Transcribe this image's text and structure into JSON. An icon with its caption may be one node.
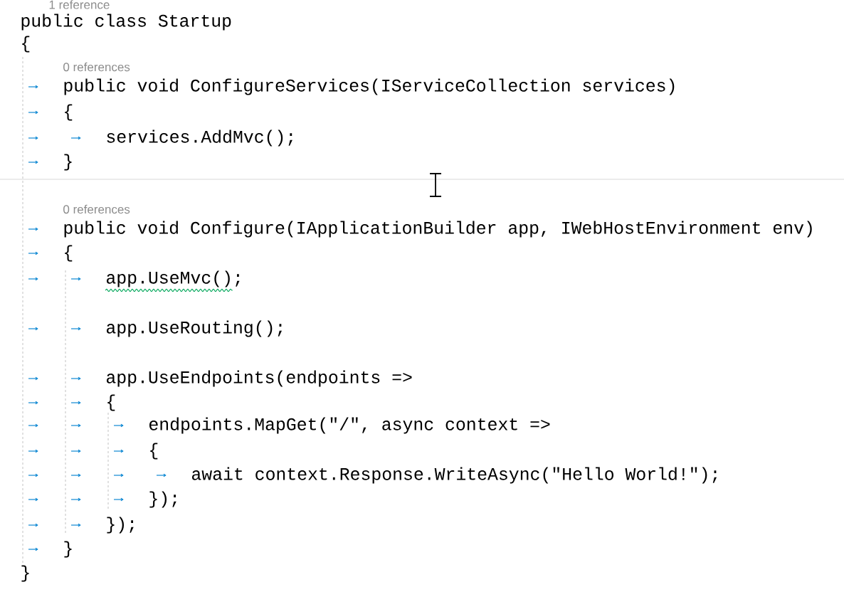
{
  "diagram": {
    "labels": [
      "1 reference",
      "public class Startup",
      "{",
      "0 references",
      "public void ConfigureServices(IServiceCollection services)",
      "{",
      "services.AddMvc();",
      "}",
      "0 references",
      "public void Configure(IApplicationBuilder app, IWebHostEnvironment env)",
      "{",
      "app.UseMvc();",
      "app.UseRouting();",
      "app.UseEndpoints(endpoints =>",
      "{",
      "endpoints.MapGet(\"/\", async context =>",
      "{",
      "await context.Response.WriteAsync(\"Hello World!\");",
      "});",
      "});",
      "}",
      "}"
    ]
  }
}
